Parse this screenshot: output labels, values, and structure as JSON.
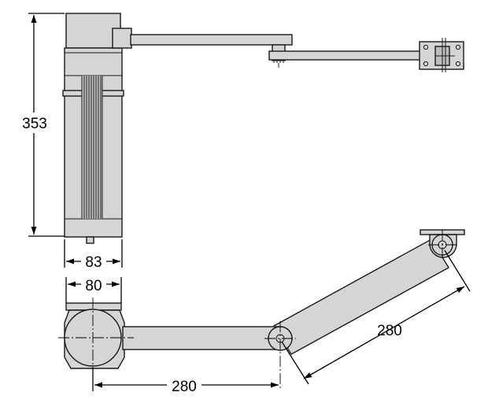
{
  "drawing": {
    "dimensions": {
      "height": "353",
      "width_top": "83",
      "width_bottom": "80",
      "arm_length_horizontal": "280",
      "arm_length_angled": "280"
    },
    "colors": {
      "part_fill": "#d5d5d5",
      "part_dark_fill": "#bdbdbd",
      "line": "#1a1a1a",
      "background": "#ffffff"
    }
  }
}
